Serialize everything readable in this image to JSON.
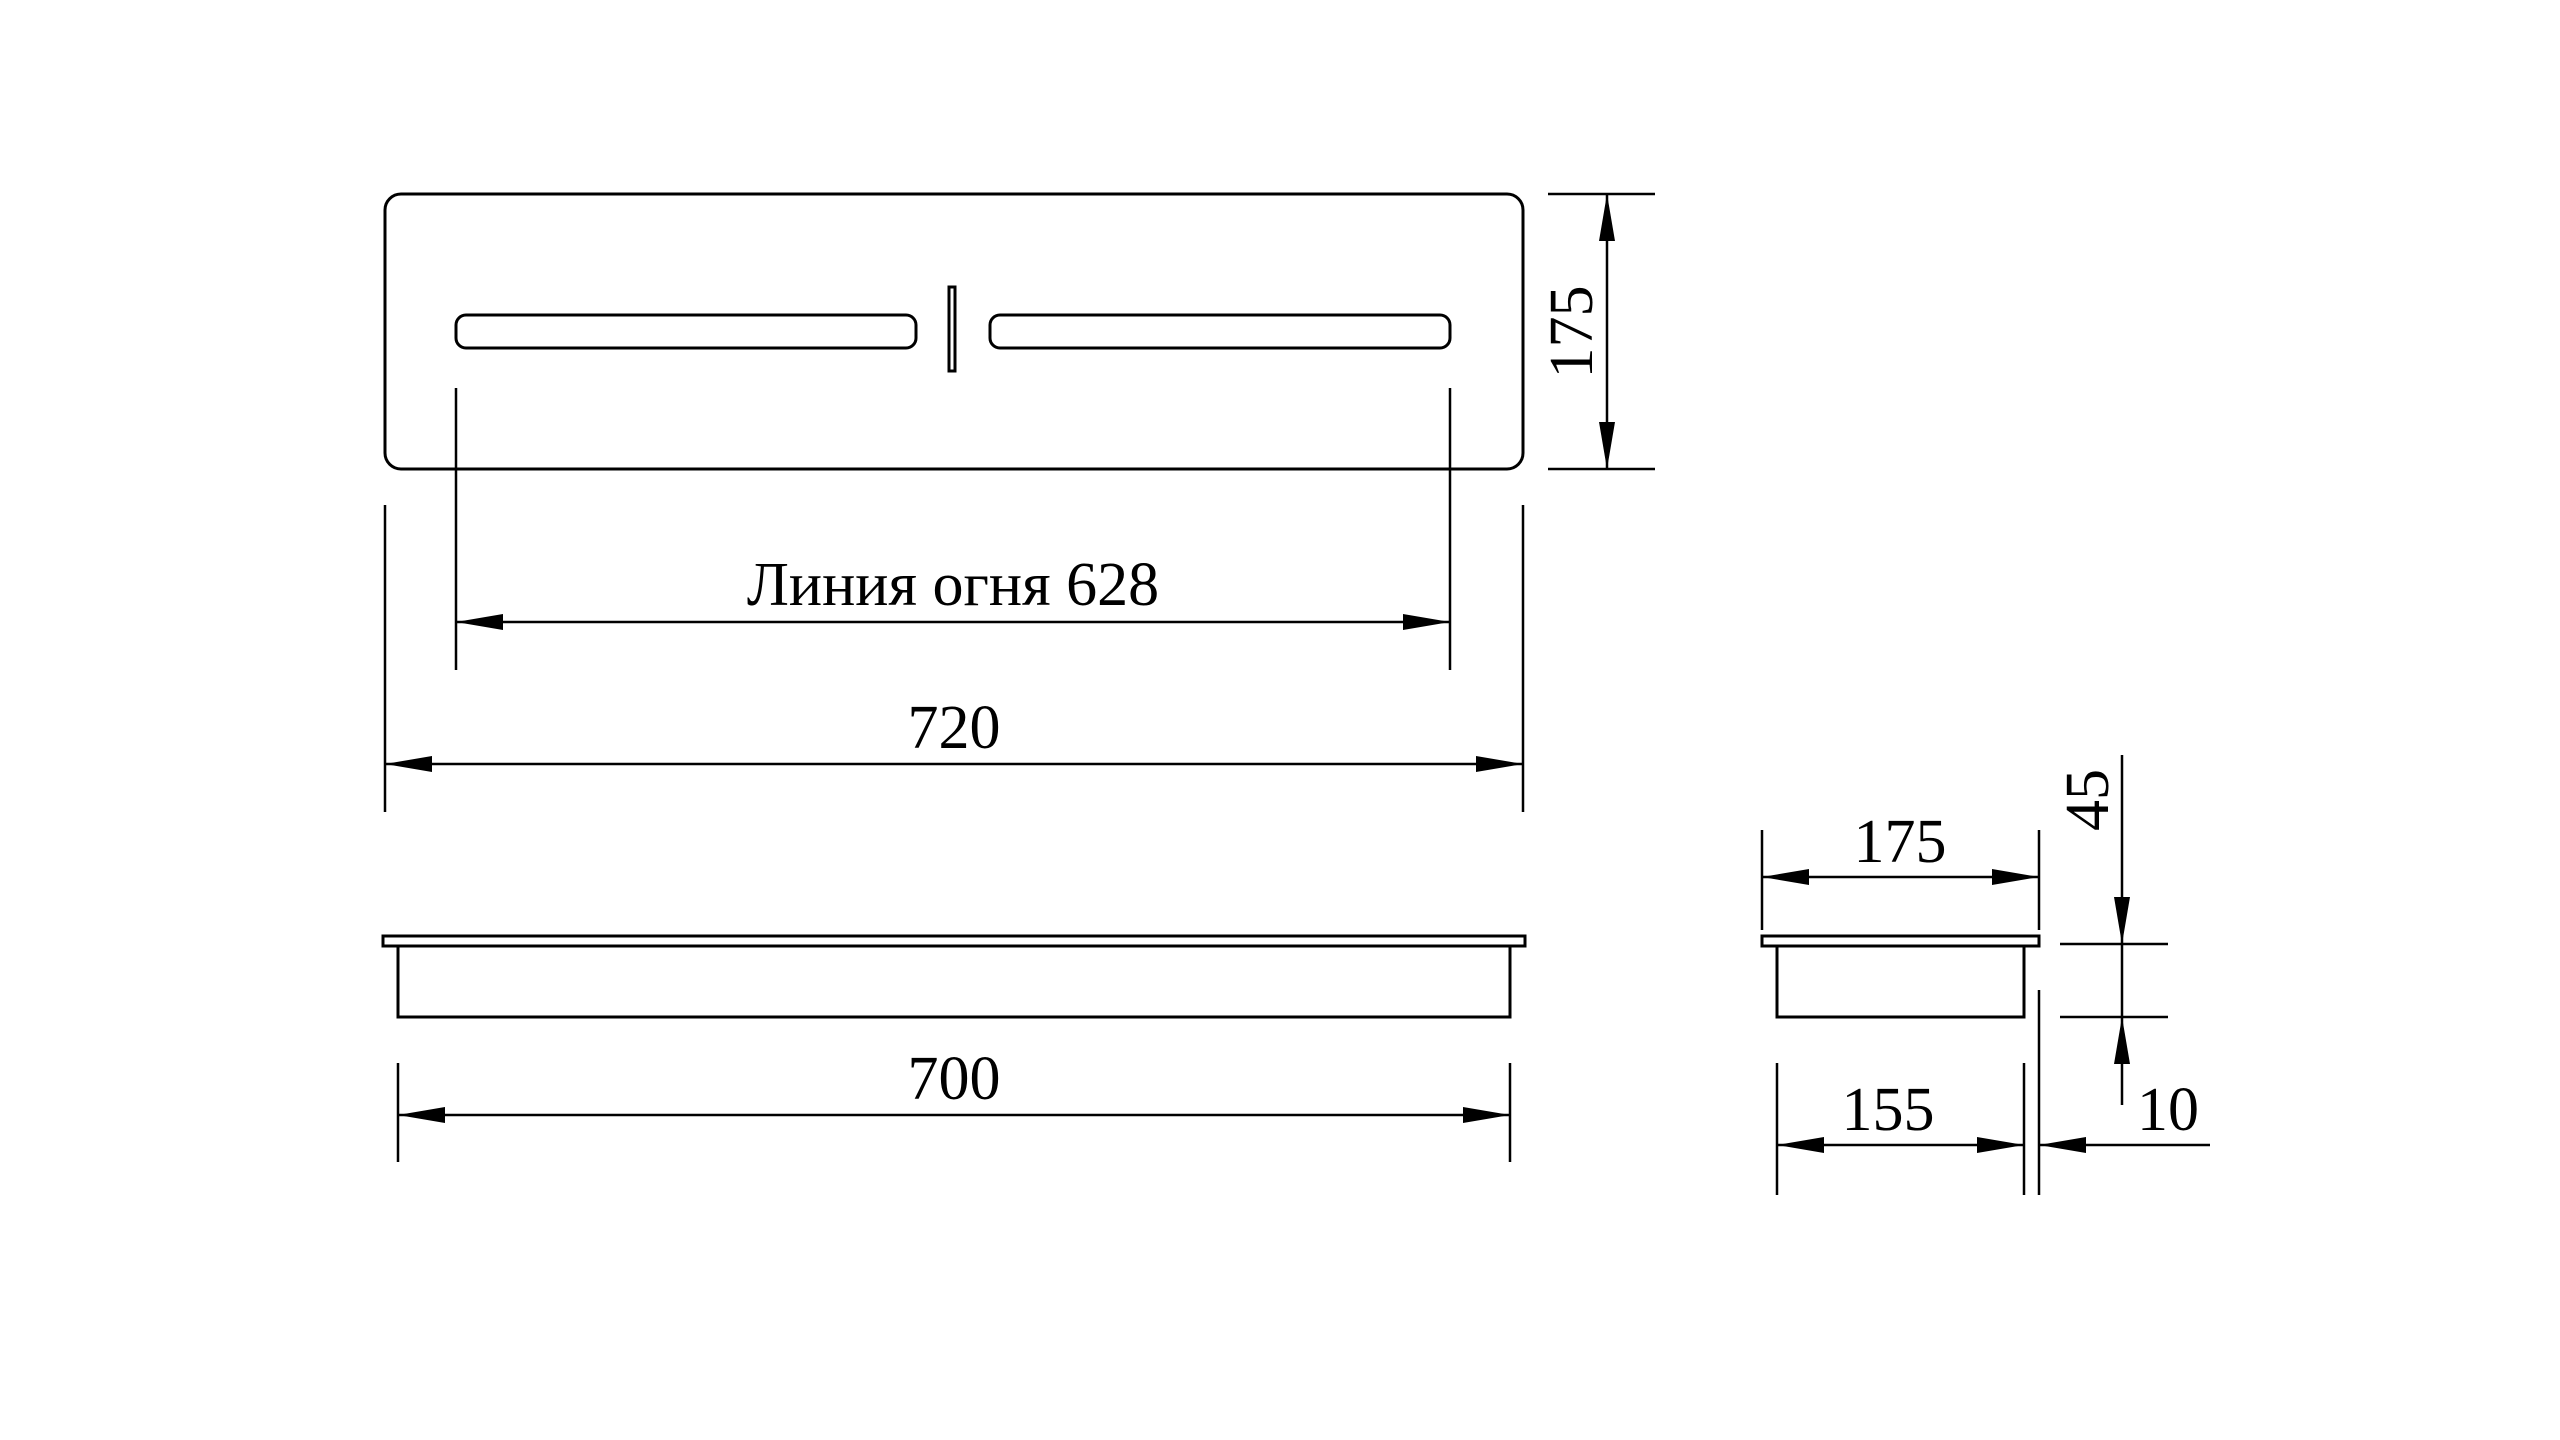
{
  "top_view": {
    "fire_line_label": "Линия огня 628",
    "width_label": "720",
    "depth_label": "175"
  },
  "front_view": {
    "width_label": "700"
  },
  "side_view": {
    "top_width_label": "175",
    "height_label": "45",
    "bottom_width_label": "155",
    "flange_label": "10"
  }
}
